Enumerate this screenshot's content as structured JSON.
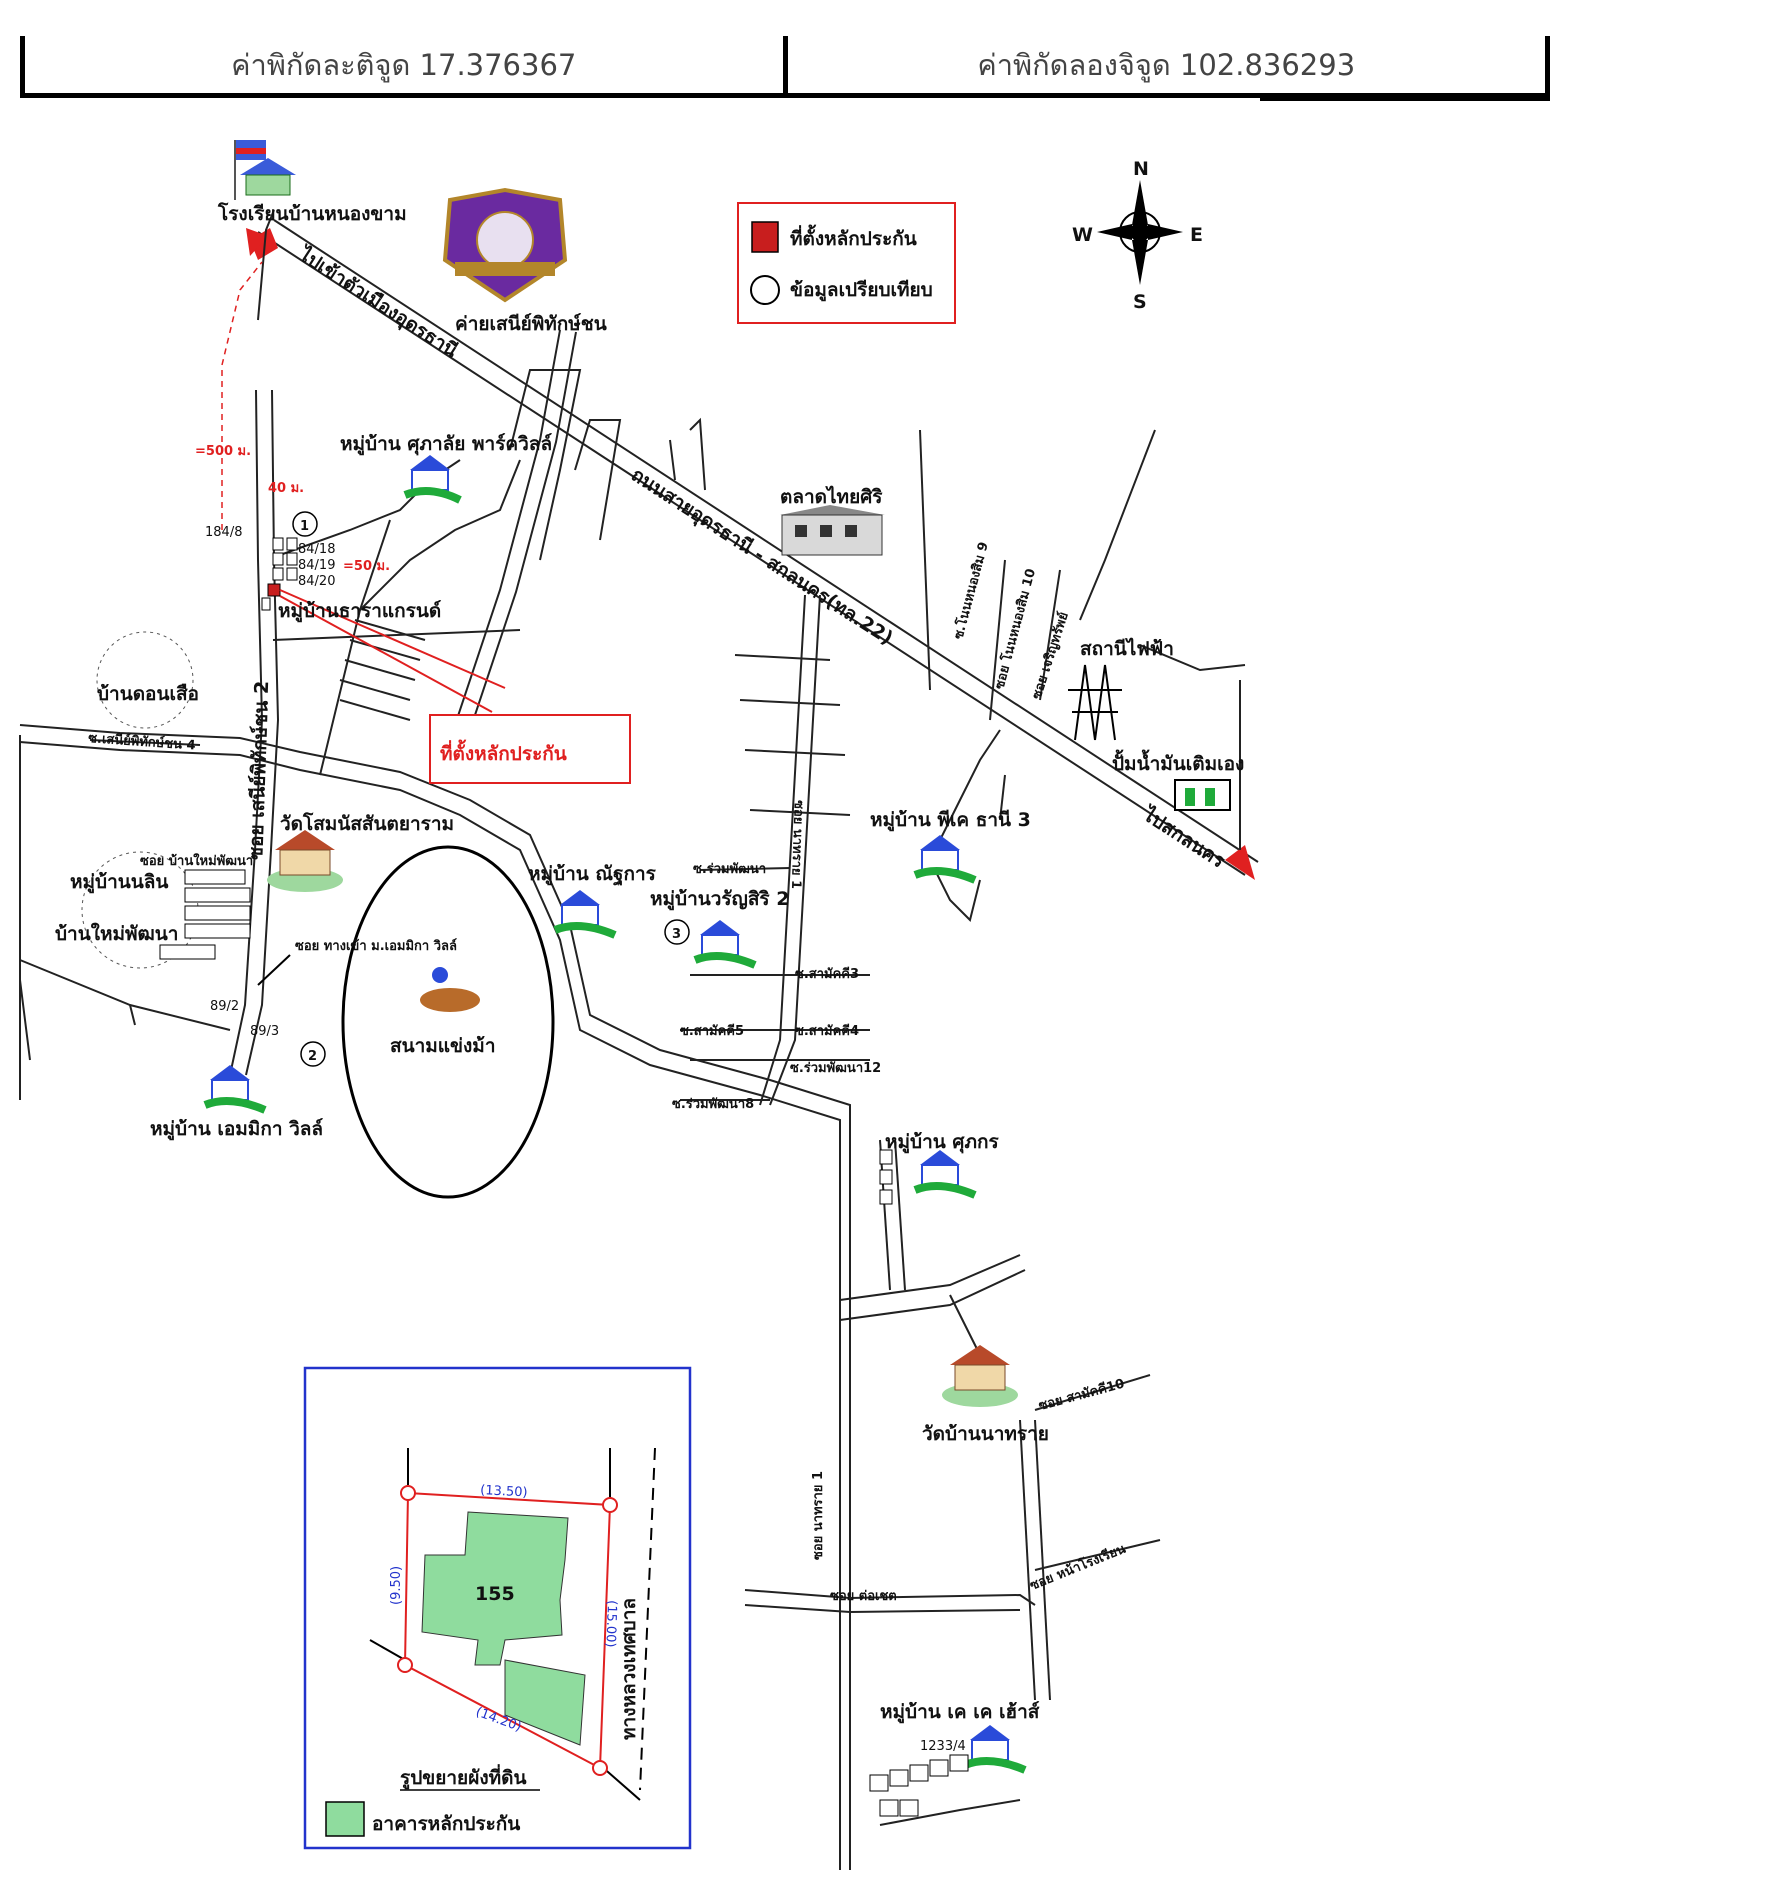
{
  "header": {
    "lat_label": "ค่าพิกัดละติจูด 17.376367",
    "lng_label": "ค่าพิกัดลองจิจูด 102.836293"
  },
  "legend": {
    "collateral": "ที่ตั้งหลักประกัน",
    "comparison": "ข้อมูลเปรียบเทียบ",
    "border_color": "#e02020",
    "fill_color": "#c81e1e"
  },
  "compass": {
    "n": "N",
    "s": "S",
    "e": "E",
    "w": "W"
  },
  "places": {
    "school": "โรงเรียนบ้านหนองขาม",
    "camp": "ค่ายเสนีย์พิทักษ์ชน",
    "to_city": "ไปเข้าตัวเมืองอุดรธานี",
    "village_suphalai": "หมู่บ้าน ศุภาลัย พาร์ควิลล์",
    "main_road": "ถนนสายอุดรธานี - สกลนคร(ทล.22)",
    "market": "ตลาดไทยศิริ",
    "village_grand": "หมู่บ้านธาราแกรนด์",
    "ban_don_suea": "บ้านดอนเสือ",
    "soi_saenee4": "ซ.เสนีย์พิทักษ์ชน 4",
    "soi_saenee2": "ซอย เสนีย์พิทักษ์ชน 2",
    "collateral_callout": "ที่ตั้งหลักประกัน",
    "power_station": "สถานีไฟฟ้า",
    "gas_station": "ปั้มน้ำมันเติมเอง",
    "to_sakon": "ไปสกลนคร",
    "village_pk": "หมู่บ้าน พีเค ธานี 3",
    "temple_somnat": "วัดโสมนัสสันตยาราม",
    "village_nalin": "หมู่บ้านนลิน",
    "ban_mai": "บ้านใหม่พัฒนา",
    "soi_ban_mai": "ซอย บ้านใหม่พัฒนา",
    "soi_entrance": "ซอย ทางเข้า ม.เอมมิกา วิลล์",
    "village_nattakarn": "หมู่บ้าน ณัฐการ",
    "village_warunsiri": "หมู่บ้านวรัญสิริ 2",
    "race_track": "สนามแข่งม้า",
    "village_emmika": "หมู่บ้าน เอมมิกา วิลล์",
    "village_suphakorn": "หมู่บ้าน ศุภกร",
    "temple_na_sai": "วัดบ้านนาทราย",
    "soi_samakkhi10": "ซอย สามัคคี10",
    "soi_na_rongrian": "ซอย หน้าโรงเรียน",
    "soi_kho_chet": "ซอย ต่อเชต",
    "village_kk": "หมู่บ้าน เค เค เฮ้าส์",
    "soi_ruamphatthana": "ซ.ร่วมพัฒนา",
    "soi_samakkhi3": "ซ.สามัคคี3",
    "soi_samakkhi4": "ซ.สามัคคี4",
    "soi_samakkhi5": "ซ.สามัคคี5",
    "soi_ruamphatthana12": "ซ.ร่วมพัฒนา12",
    "soi_ruamphatthana8": "ซ.ร่วมพัฒนา8",
    "soi_nongkham9": "ซ.โนนหนองสิม 9",
    "soi_nongkham10": "ซอย โนนหนองสิม 10",
    "soi_jaroen": "ซอย เจริญทรัพย์",
    "soi_nakhai1": "ซอย นาทราย 1",
    "soi_nakhai1b": "ซอย นาทราย 1"
  },
  "annotations": {
    "dist_500": "=500 ม.",
    "dist_40": "40 ม.",
    "dist_50": "=50 ม.",
    "house_8418": "84/18",
    "house_8419": "84/19",
    "house_8420": "84/20",
    "house_848": "184/8",
    "house_892": "89/2",
    "house_893": "89/3",
    "house_1233": "1233/4",
    "num1": "1",
    "num2": "2",
    "num3": "3"
  },
  "inset": {
    "title": "รูปขยายผังที่ดิน",
    "legend": "อาคารหลักประกัน",
    "plot_no": "155",
    "road": "ทางหลวงเทศบาล",
    "dim_top": "(13.50)",
    "dim_left": "(9.50)",
    "dim_right": "(15.00)",
    "dim_bottom": "(14.20)",
    "border_color": "#2233cc",
    "building_color": "#8fdc9e"
  }
}
